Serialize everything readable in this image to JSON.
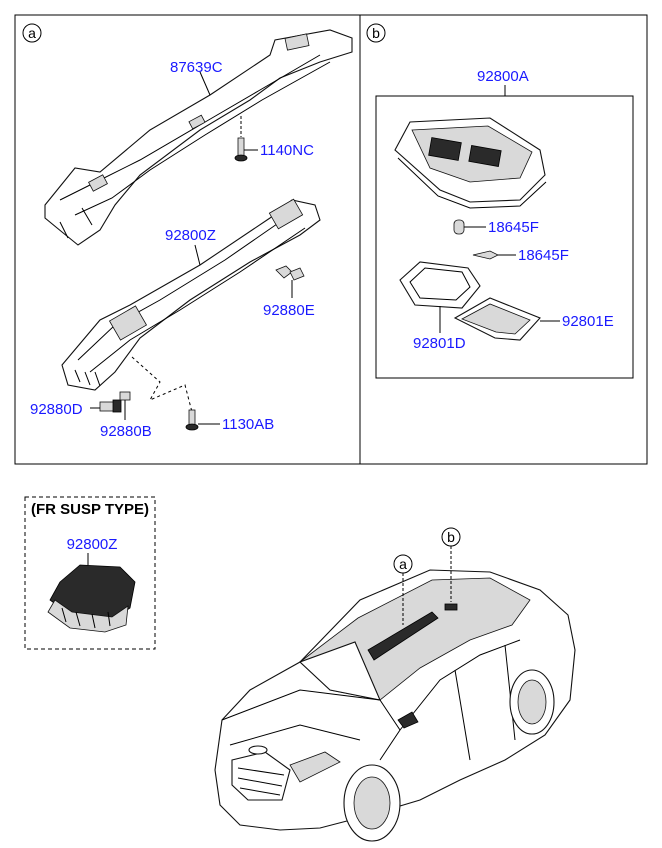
{
  "sections": {
    "a": {
      "tag": "a"
    },
    "b": {
      "tag": "b"
    }
  },
  "labels": {
    "p87639C": "87639C",
    "p1140NC": "1140NC",
    "p92800Z_a": "92800Z",
    "p92880E": "92880E",
    "p92880D": "92880D",
    "p92880B": "92880B",
    "p1130AB": "1130AB",
    "p92800A": "92800A",
    "p18645F_1": "18645F",
    "p18645F_2": "18645F",
    "p92801E": "92801E",
    "p92801D": "92801D"
  },
  "variant": {
    "title": "(FR SUSP TYPE)",
    "part": "92800Z"
  },
  "car": {
    "callout_a": "a",
    "callout_b": "b"
  }
}
